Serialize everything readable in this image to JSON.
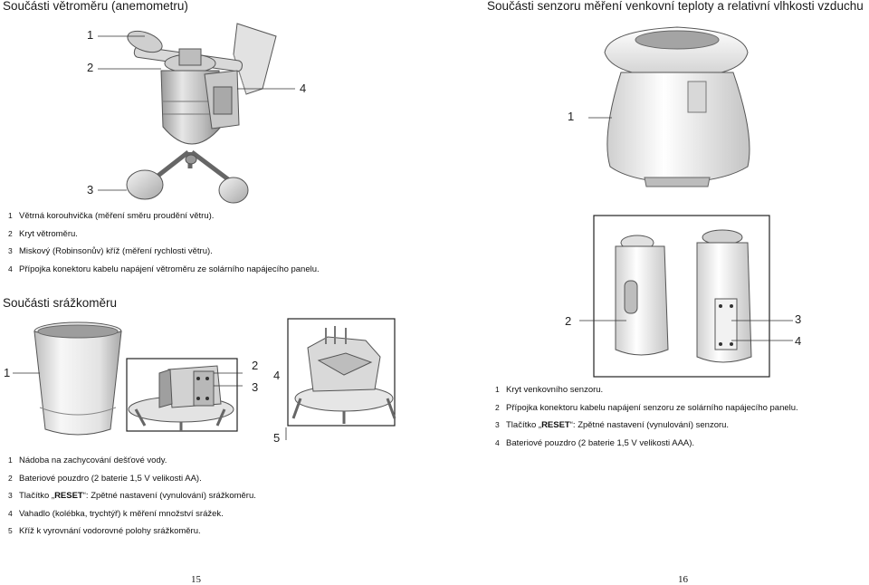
{
  "left": {
    "title_anemometer": "Součásti větroměru (anemometru)",
    "anemometer_callouts": [
      "1",
      "2",
      "3",
      "4"
    ],
    "anemometer_items": [
      {
        "num": "1",
        "text": "Větrná korouhvička (měření směru proudění větru)."
      },
      {
        "num": "2",
        "text": "Kryt větroměru."
      },
      {
        "num": "3",
        "text": "Miskový (Robinsonův) kříž (měření rychlosti větru)."
      },
      {
        "num": "4",
        "text": "Přípojka konektoru kabelu napájení větroměru ze solárního napájecího panelu."
      }
    ],
    "title_rain": "Součásti srážkoměru",
    "rain_callouts": [
      "1",
      "2",
      "3",
      "4",
      "5"
    ],
    "rain_items": [
      {
        "num": "1",
        "text": "Nádoba na zachycování dešťové vody."
      },
      {
        "num": "2",
        "text": "Bateriové pouzdro (2 baterie 1,5 V velikosti AA)."
      },
      {
        "num": "3",
        "pre": "Tlačítko „",
        "bold": "RESET",
        "post": "“:  Zpětné nastavení (vynulování) srážkoměru."
      },
      {
        "num": "4",
        "text": "Vahadlo (kolébka, trychtýř) k měření množství srážek."
      },
      {
        "num": "5",
        "text": "Kříž k vyrovnání vodorovné polohy srážkoměru."
      }
    ],
    "page_number": "15"
  },
  "right": {
    "title_sensor": "Součásti senzoru měření venkovní teploty a relativní vlhkosti vzduchu",
    "sensor_callouts": [
      "1",
      "2",
      "3",
      "4"
    ],
    "sensor_items": [
      {
        "num": "1",
        "text": "Kryt venkovního senzoru."
      },
      {
        "num": "2",
        "text": "Přípojka konektoru kabelu napájení senzoru ze solárního napájecího panelu."
      },
      {
        "num": "3",
        "pre": "Tlačítko „",
        "bold": "RESET",
        "post": "“: Zpětné nastavení (vynulování) senzoru."
      },
      {
        "num": "4",
        "text": "Bateriové pouzdro (2 baterie 1,5 V velikosti AAA)."
      }
    ],
    "page_number": "16"
  }
}
